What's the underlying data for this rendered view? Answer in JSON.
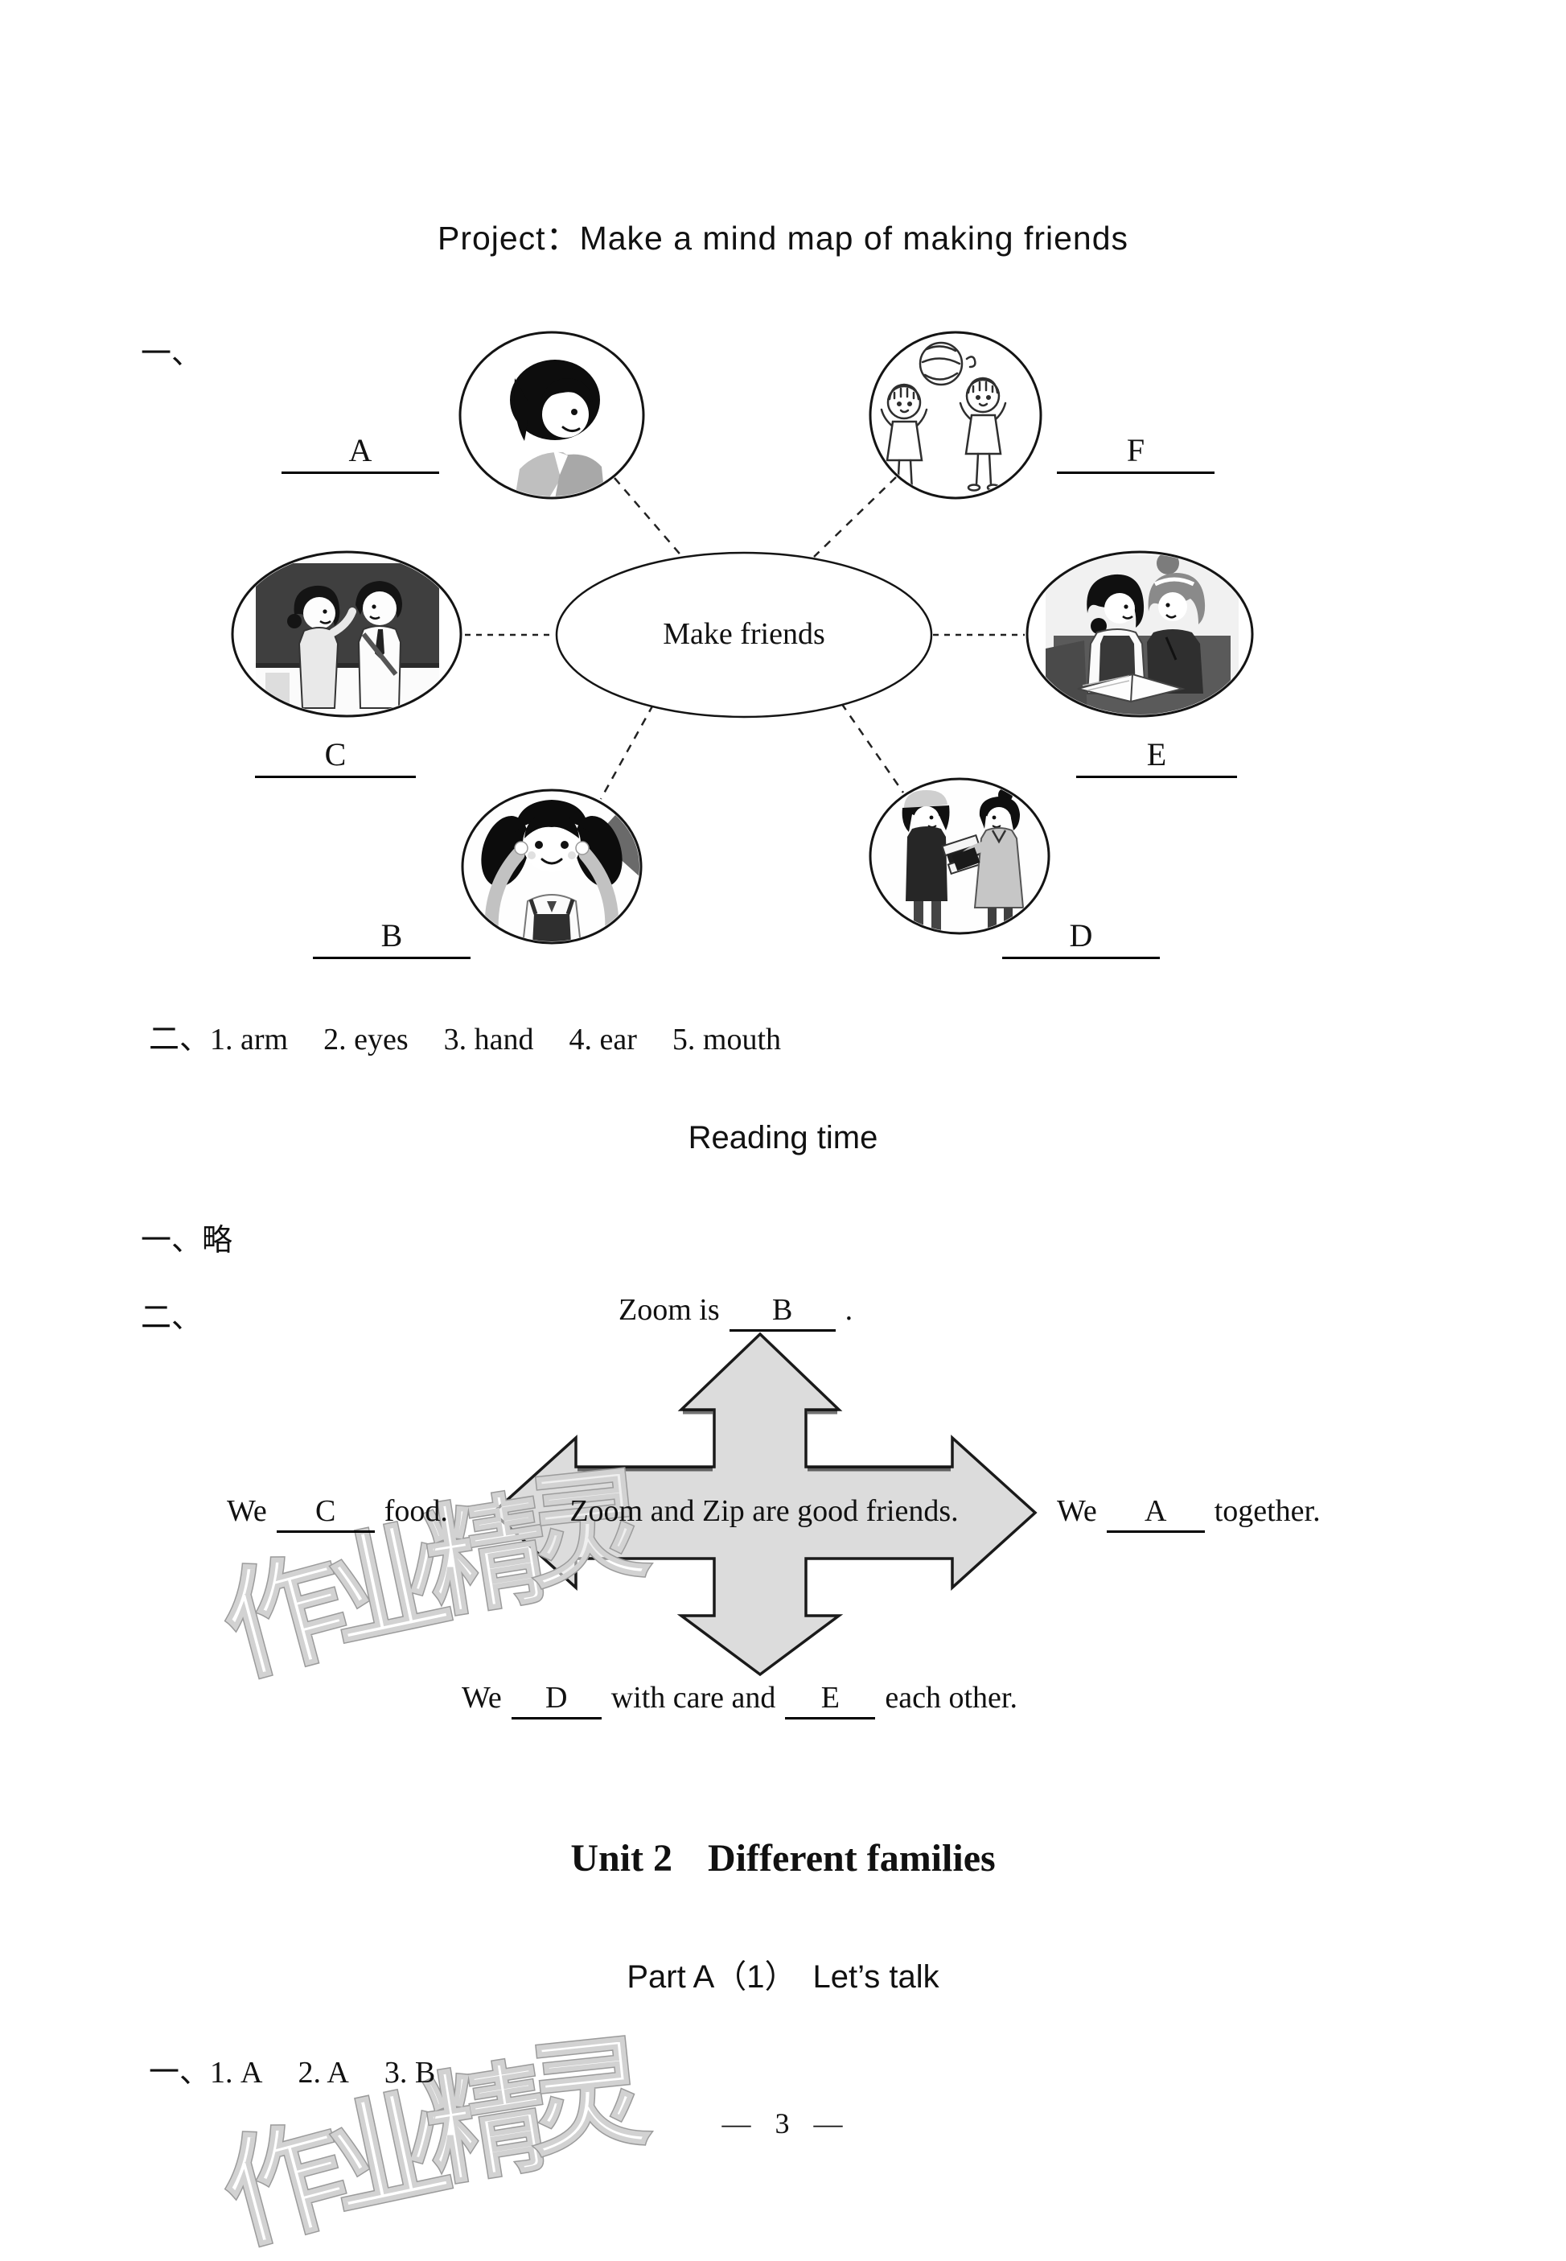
{
  "title": "Project：Make a mind map of making friends",
  "mind_map": {
    "section_marker": "一、",
    "center_label": "Make friends",
    "nodes": [
      {
        "id": "A",
        "label": "A",
        "image": "boy-waving"
      },
      {
        "id": "F",
        "label": "F",
        "image": "kids-playing-ball"
      },
      {
        "id": "C",
        "label": "C",
        "image": "students-talking-blackboard"
      },
      {
        "id": "E",
        "label": "E",
        "image": "girls-reading-together"
      },
      {
        "id": "B",
        "label": "B",
        "image": "girl-touching-ears"
      },
      {
        "id": "D",
        "label": "D",
        "image": "kids-sharing-books"
      }
    ]
  },
  "body_parts": {
    "marker": "二、",
    "items": [
      "1. arm",
      "2. eyes",
      "3. hand",
      "4. ear",
      "5. mouth"
    ]
  },
  "reading_time": {
    "heading": "Reading time",
    "section1": {
      "marker": "一、",
      "text": "略"
    },
    "section2_marker": "二、",
    "diagram": {
      "top": {
        "pre": "Zoom is",
        "answer": "B",
        "post": "."
      },
      "left": {
        "pre": "We",
        "answer": "C",
        "post": "food."
      },
      "center": "Zoom and Zip are good friends.",
      "right": {
        "pre": "We",
        "answer": "A",
        "post": "together."
      },
      "bottom": {
        "pre": "We",
        "answer1": "D",
        "mid": "with care and",
        "answer2": "E",
        "post": "each other."
      },
      "arrow_fill": "#dcdcdc",
      "arrow_stroke": "#1a1a1a"
    }
  },
  "unit2": {
    "unit_label": "Unit 2",
    "unit_title": "Different families",
    "part_heading": "Part A（1）　Let’s talk",
    "answers": {
      "marker": "一、",
      "items": [
        "1. A",
        "2. A",
        "3. B"
      ]
    }
  },
  "footer": {
    "left_dash": "—",
    "page_number": "3",
    "right_dash": "—"
  },
  "watermark": {
    "text": "作业精灵",
    "chars": [
      "作",
      "业",
      "精",
      "灵"
    ],
    "color": "#9b9b9b"
  }
}
